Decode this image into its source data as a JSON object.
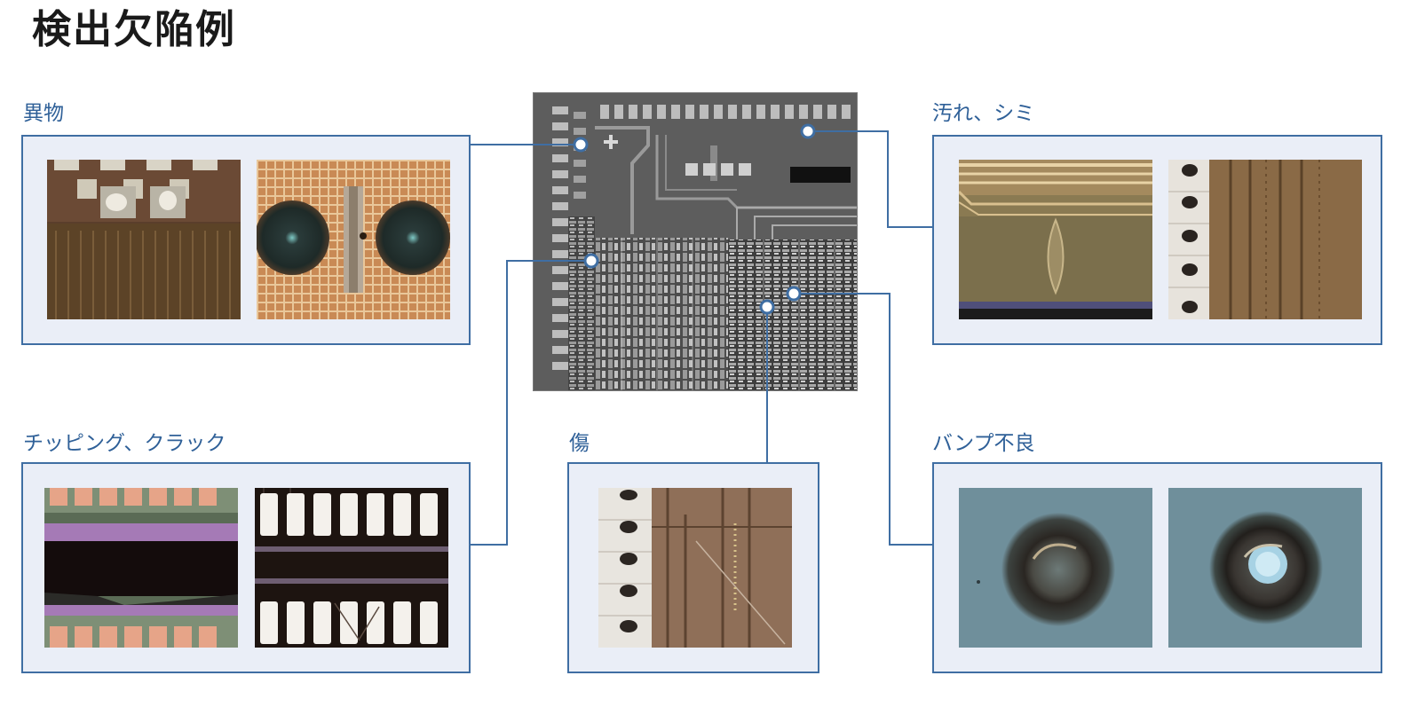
{
  "page": {
    "title": "検出欠陥例",
    "accent_color": "#3f6ea3",
    "label_color": "#2f6098",
    "panel_bg": "#eaeef7"
  },
  "categories": {
    "foreign_matter": {
      "label": "異物"
    },
    "stain": {
      "label": "汚れ、シミ"
    },
    "chipping_crack": {
      "label": "チッピング、クラック"
    },
    "scratch": {
      "label": "傷"
    },
    "bump_defect": {
      "label": "バンプ不良"
    }
  },
  "central_image": {
    "description": "die-micrograph"
  }
}
